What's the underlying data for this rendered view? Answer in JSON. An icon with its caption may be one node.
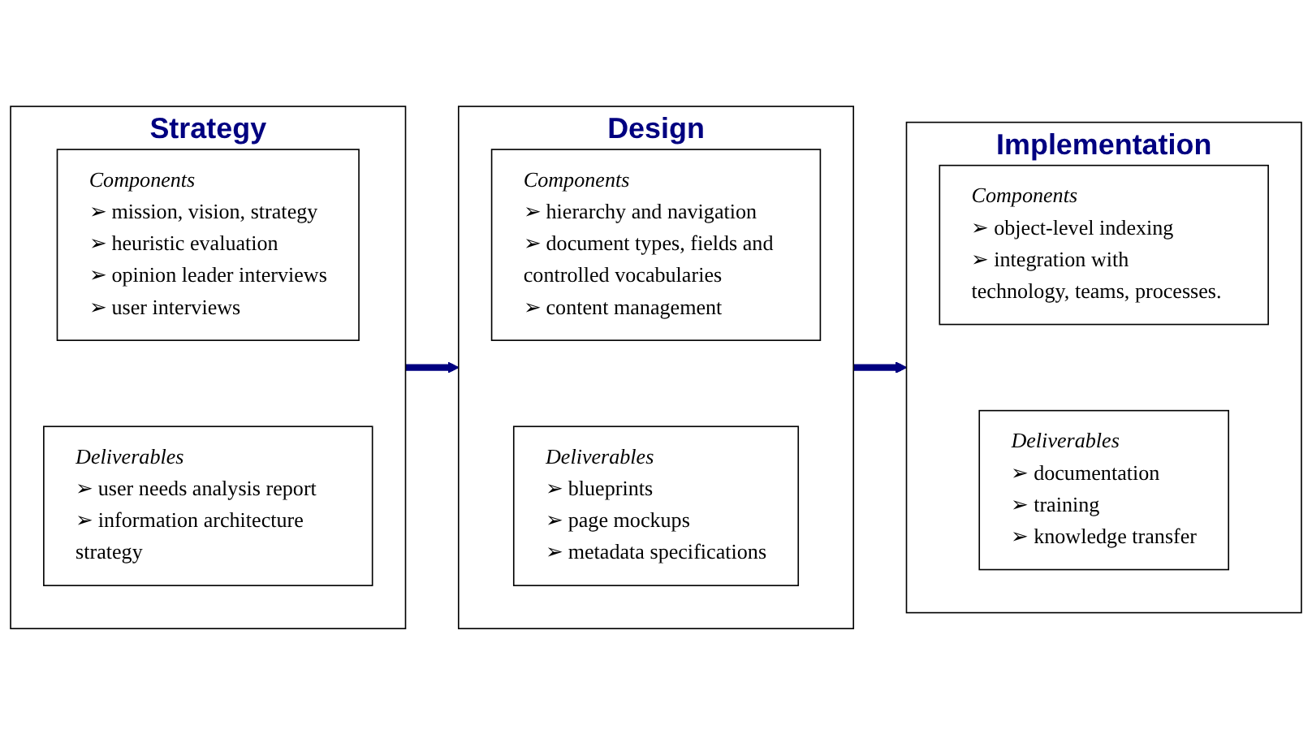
{
  "diagram": {
    "nodes": [
      {
        "text": [
          "Strategy"
        ]
      },
      {
        "text": [
          "Components",
          "➢ mission, vision, strategy",
          "➢ heuristic evaluation",
          "➢ opinion leader interviews",
          "➢ user interviews"
        ],
        "in": 0
      },
      {
        "text": [
          "Deliverables",
          "➢ user needs analysis report",
          "➢ information architecture strategy"
        ],
        "in": 0
      },
      {
        "text": [
          "Design"
        ]
      },
      {
        "text": [
          "Components",
          "➢ hierarchy and navigation",
          "➢ document types, fields and controlled vocabularies",
          "➢ content management"
        ],
        "in": 3
      },
      {
        "text": [
          "Deliverables",
          "➢ blueprints",
          "➢ page mockups",
          "➢ metadata specifications"
        ],
        "in": 3
      },
      {
        "text": [
          "Implementation"
        ]
      },
      {
        "text": [
          "Components",
          "➢ object-level indexing",
          "➢ integration with technology, teams, processes."
        ],
        "in": 6
      },
      {
        "text": [
          "Deliverables",
          "➢ documentation",
          "➢ training",
          "➢ knowledge transfer"
        ],
        "in": 6
      }
    ],
    "edges": [
      {
        "from": 0,
        "to": 3,
        "arrow": "to"
      },
      {
        "from": 3,
        "to": 6,
        "arrow": "to"
      }
    ]
  }
}
